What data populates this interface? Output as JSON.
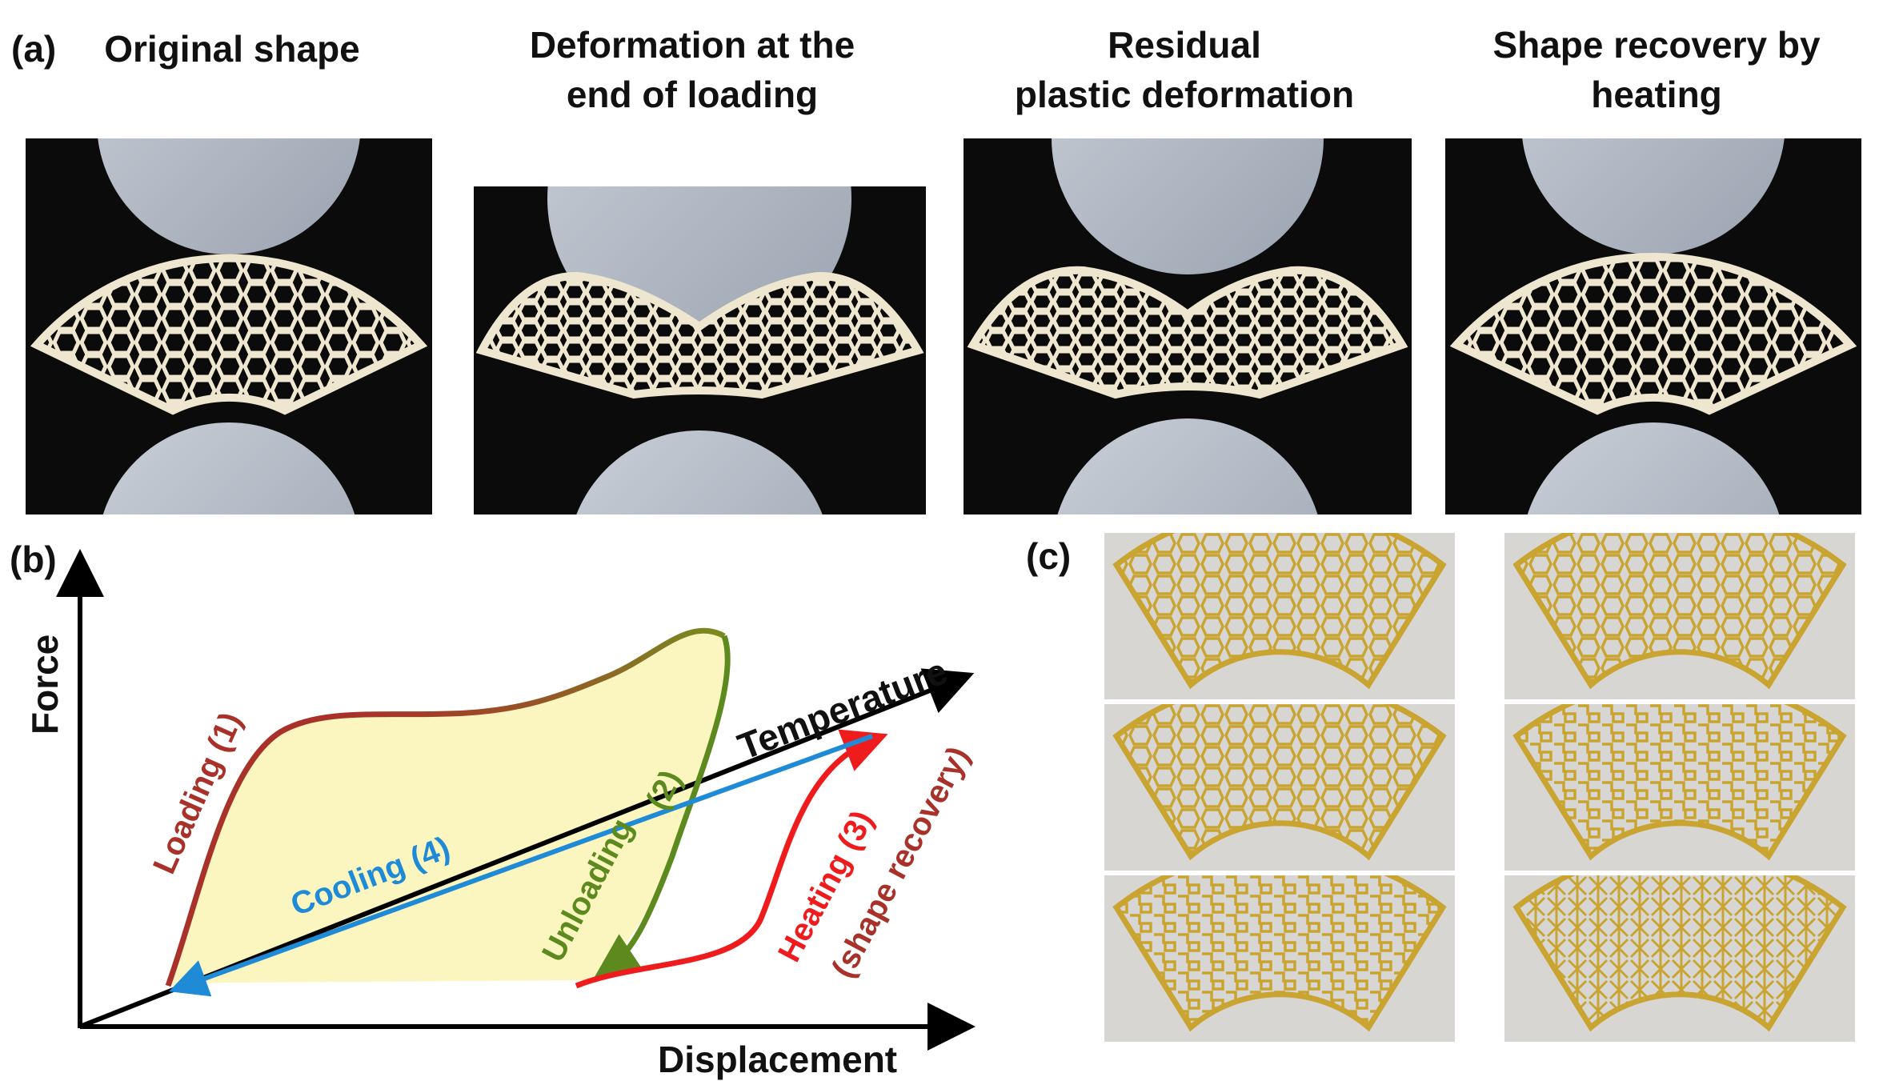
{
  "panel_a": {
    "label": "(a)",
    "captions": [
      {
        "line1": "Original shape",
        "line2": ""
      },
      {
        "line1": "Deformation at the",
        "line2": "end of loading"
      },
      {
        "line1": "Residual",
        "line2": "plastic deformation"
      },
      {
        "line1": "Shape recovery by",
        "line2": "heating"
      }
    ]
  },
  "panel_b": {
    "label": "(b)",
    "y_axis": "Force",
    "x_axis": "Displacement",
    "diagonal_axis": "Temperature",
    "curves": {
      "loading": "Loading (1)",
      "unloading": "Unloading",
      "unloading_num": "(2)",
      "heating": "Heating (3)",
      "heating_sub": "(shape recovery)",
      "cooling": "Cooling (4)"
    },
    "colors": {
      "loading": "#a8322a",
      "unloading": "#5d8a1e",
      "heating": "#ee1c1c",
      "cooling": "#1f8ad6",
      "fill": "#fbf5c0",
      "axis": "#000000"
    }
  },
  "panel_c": {
    "label": "(c)"
  }
}
